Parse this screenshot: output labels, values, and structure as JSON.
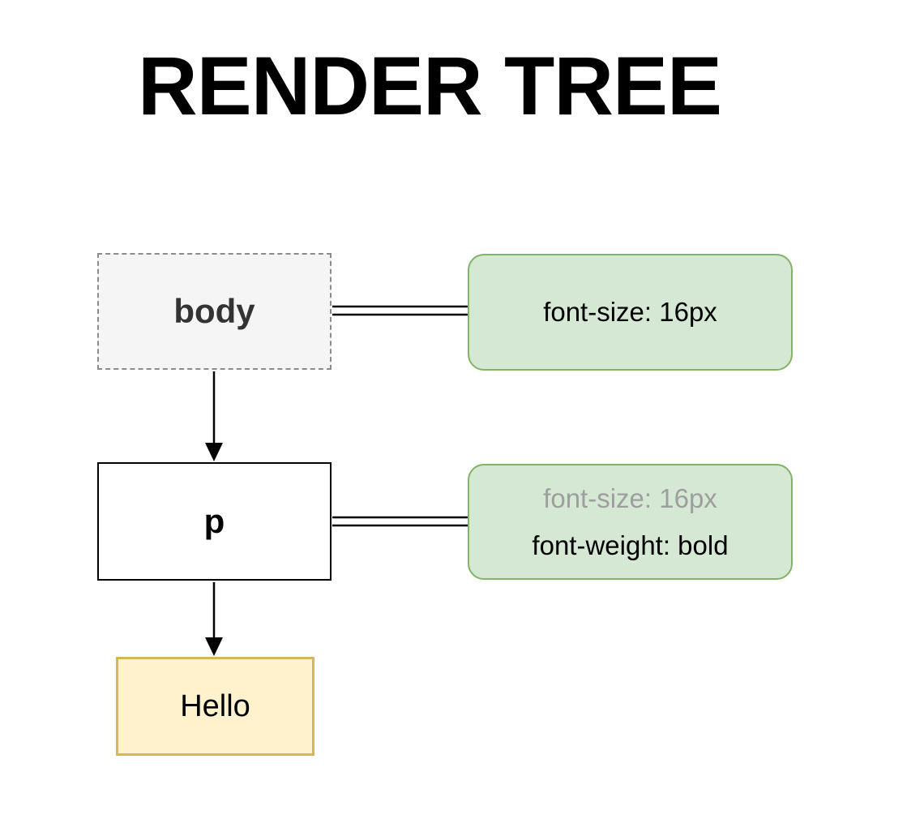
{
  "title": "RENDER TREE",
  "tree": {
    "body_node": {
      "label": "body"
    },
    "p_node": {
      "label": "p"
    },
    "text_node": {
      "label": "Hello"
    }
  },
  "style_boxes": {
    "body_styles": {
      "line1": "font-size: 16px"
    },
    "p_styles": {
      "line1": "font-size: 16px",
      "line1_inherited": true,
      "line2": "font-weight: bold"
    }
  },
  "colors": {
    "background": "#ffffff",
    "title_text": "#000000",
    "style_box_fill": "#d5e8d4",
    "style_box_border": "#82b366",
    "text_node_fill": "#fff2cc",
    "text_node_border": "#d6b656",
    "body_node_fill": "#f5f5f5",
    "body_node_border": "#8c8c8c",
    "body_node_text": "#333333",
    "inherited_style_text": "#9e9e9e",
    "node_text": "#000000",
    "connector": "#000000"
  }
}
